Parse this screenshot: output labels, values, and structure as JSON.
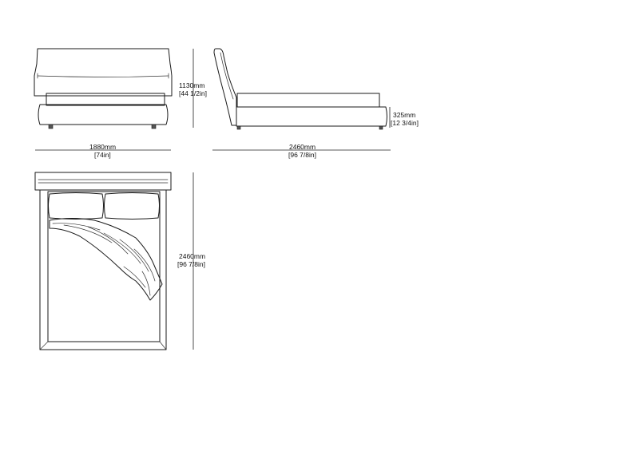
{
  "dimensions": {
    "front_width": {
      "mm": "1880mm",
      "in": "[74in]"
    },
    "front_height": {
      "mm": "1130mm",
      "in": "[44 1/2in]"
    },
    "side_length": {
      "mm": "2460mm",
      "in": "[96 7/8in]"
    },
    "side_bed_height": {
      "mm": "325mm",
      "in": "[12 3/4in]"
    },
    "plan_length": {
      "mm": "2460mm",
      "in": "[96 7/8in]"
    }
  }
}
